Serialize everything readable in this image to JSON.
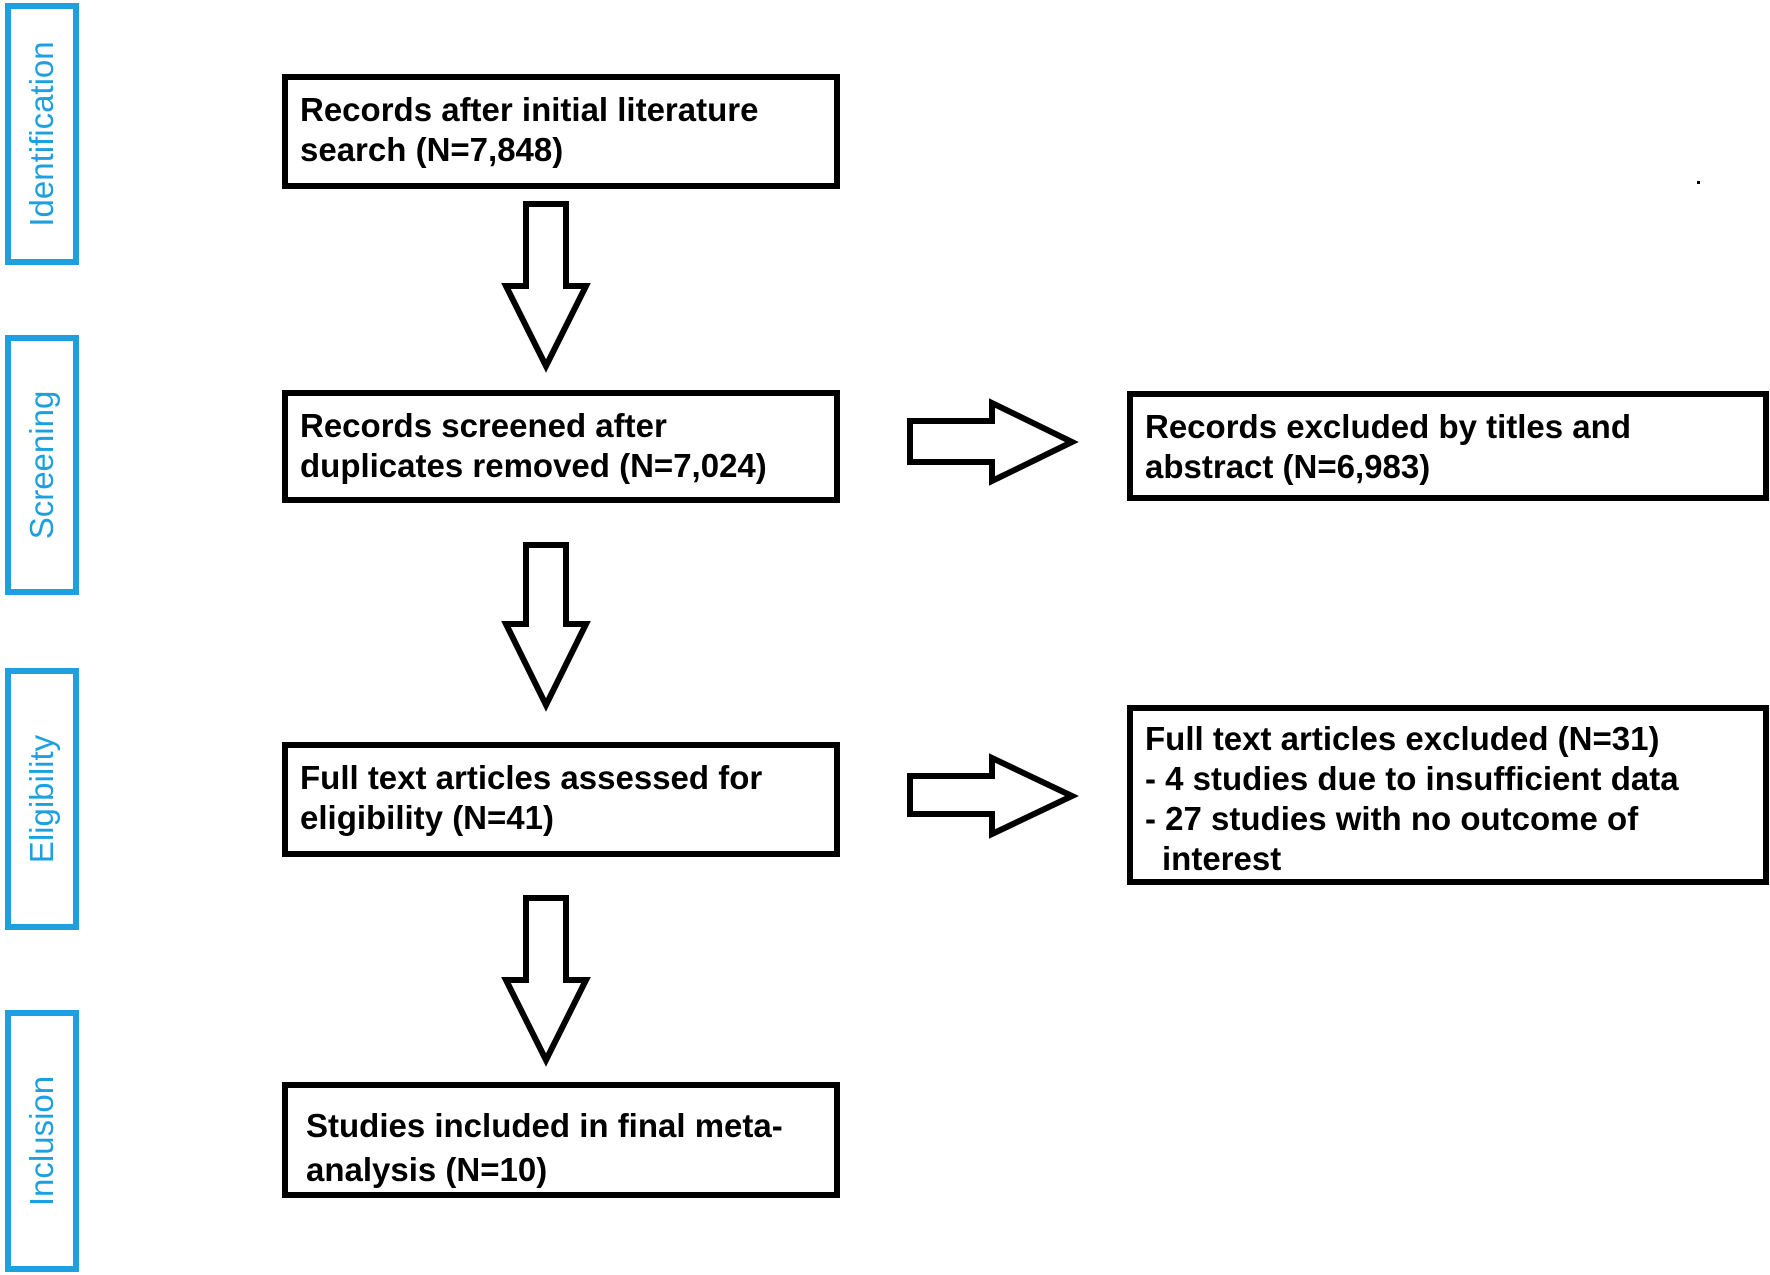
{
  "phases": [
    {
      "label": "Identification"
    },
    {
      "label": "Screening"
    },
    {
      "label": "Eligibility"
    },
    {
      "label": "Inclusion"
    }
  ],
  "boxes": {
    "identified": {
      "lines": [
        "Records after initial literature",
        "search (N=7,848)"
      ]
    },
    "screened": {
      "lines": [
        "Records screened after",
        "duplicates removed (N=7,024)"
      ]
    },
    "excluded_titles": {
      "lines": [
        "Records excluded by titles and",
        "abstract (N=6,983)"
      ]
    },
    "assessed": {
      "lines": [
        "Full text articles assessed for",
        "eligibility (N=41)"
      ]
    },
    "excluded_fulltext": {
      "lines": [
        "Full text articles excluded (N=31)",
        "- 4 studies due to insufficient data",
        "- 27 studies with no outcome of",
        "interest"
      ]
    },
    "included": {
      "lines": [
        "Studies included in final meta-",
        "analysis (N=10)"
      ]
    }
  },
  "colors": {
    "phase_accent": "#1ea0e0",
    "box_border": "#000000",
    "background": "#ffffff"
  }
}
